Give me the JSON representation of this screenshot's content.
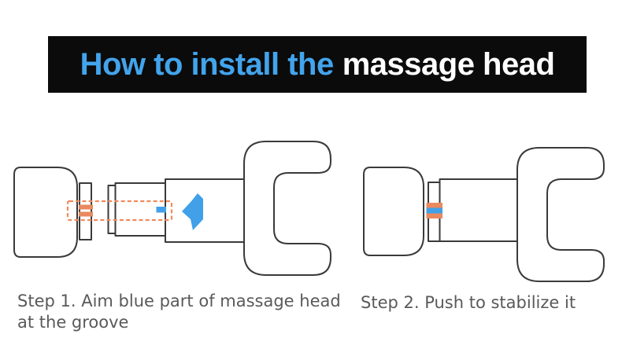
{
  "title": {
    "highlight": "How to install the",
    "rest": "massage head"
  },
  "steps": [
    {
      "caption": "Step 1. Aim blue part of massage head at the groove"
    },
    {
      "caption": "Step 2. Push to stabilize it"
    }
  ],
  "icons": {
    "push_arrow_icon": "stylized left block arrow indicating push/insert direction"
  },
  "colors": {
    "background": "#ffffff",
    "title_bar_bg": "#0b0b0b",
    "title_highlight": "#42a4ec",
    "title_rest": "#ffffff",
    "outline": "#3a3a3a",
    "caption_text": "#595959",
    "accent_blue": "#41a0e8",
    "accent_orange": "#e9895e",
    "guide_dashed_orange": "#f08a5c"
  }
}
